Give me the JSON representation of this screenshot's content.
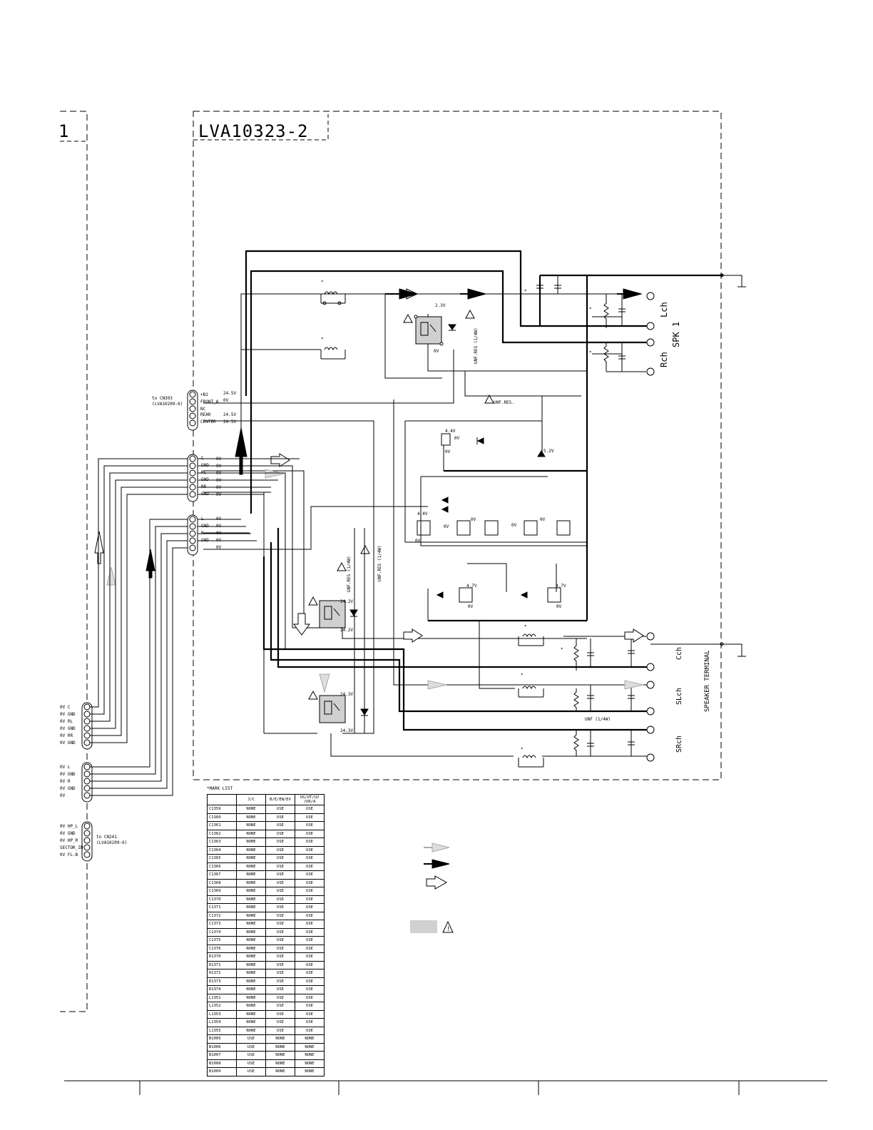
{
  "board": {
    "label": "LVA10323-2",
    "left_board_label": "1"
  },
  "connectors": {
    "cn303": {
      "target": "to CN303",
      "target_board": "(LVA10209-6)",
      "pins": [
        {
          "no": "1",
          "name": "+B2",
          "volt": "24.5V"
        },
        {
          "no": "2",
          "name": "FRONT_A",
          "volt": "0V"
        },
        {
          "no": "3",
          "name": "NC",
          "volt": ""
        },
        {
          "no": "4",
          "name": "REAR",
          "volt": "24.5V"
        },
        {
          "no": "5",
          "name": "CENTER",
          "volt": "24.5V"
        }
      ]
    },
    "surround": {
      "pins": [
        {
          "no": "1",
          "name": "C",
          "volt": "0V"
        },
        {
          "no": "2",
          "name": "GND",
          "volt": "0V"
        },
        {
          "no": "3",
          "name": "RL",
          "volt": "0V"
        },
        {
          "no": "4",
          "name": "GND",
          "volt": "0V"
        },
        {
          "no": "5",
          "name": "RR",
          "volt": "0V"
        },
        {
          "no": "6",
          "name": "GND",
          "volt": "0V"
        }
      ]
    },
    "front": {
      "pins": [
        {
          "no": "1",
          "name": "L",
          "volt": "0V"
        },
        {
          "no": "2",
          "name": "GND",
          "volt": "0V"
        },
        {
          "no": "3",
          "name": "R",
          "volt": "0V"
        },
        {
          "no": "4",
          "name": "GND",
          "volt": "0V"
        },
        {
          "no": "5",
          "name": "",
          "volt": "0V"
        }
      ]
    },
    "left_a": {
      "labels": [
        "0V  C",
        "0V  GND",
        "0V  RL",
        "0V  GND",
        "0V  RR",
        "0V  GND"
      ]
    },
    "left_b": {
      "labels": [
        "0V  L",
        "0V  GND",
        "0V  R",
        "0V  GND",
        "0V"
      ]
    },
    "cn241": {
      "target": "to CN241",
      "target_board": "(LVA10209-6)",
      "labels": [
        "0V HP_L",
        "0V GND",
        "0V HP_R",
        "SECTOR_IN",
        "0V FL-B"
      ]
    }
  },
  "outputs": {
    "spk1": {
      "title": "SPK 1",
      "lch": "Lch",
      "rch": "Rch"
    },
    "terminal": {
      "title": "SPEAKER TERMINAL",
      "cch": "Cch",
      "slch": "SLch",
      "srch": "SRch"
    }
  },
  "voltages": {
    "v_2_3": "2.3V",
    "v_4_4a": "4.4V",
    "v_4_4b": "4.4V",
    "v_5_2": "5.2V",
    "v_4_7a": "4.7V",
    "v_4_7b": "4.7V",
    "v_24_2a": "24.2V",
    "v_24_2b": "24.2V",
    "v_24_3a": "24.3V",
    "v_24_3b": "24.3V",
    "v_0": "0V"
  },
  "notes": {
    "unf_res": "UNF.RES.",
    "unf_res_14w": "UNF.RES (1/4W)",
    "unf_14w": "UNF (1/4W)",
    "star": "*"
  },
  "mark_list": {
    "title": "*MARK LIST",
    "headers": [
      "",
      "J/C",
      "B/E/EN/EV",
      "US/UT/UJ /UR/A"
    ],
    "rows": [
      [
        "C1359",
        "NONE",
        "USE",
        "USE"
      ],
      [
        "C1360",
        "NONE",
        "USE",
        "USE"
      ],
      [
        "C1361",
        "NONE",
        "USE",
        "USE"
      ],
      [
        "C1362",
        "NONE",
        "USE",
        "USE"
      ],
      [
        "C1363",
        "NONE",
        "USE",
        "USE"
      ],
      [
        "C1364",
        "NONE",
        "USE",
        "USE"
      ],
      [
        "C1365",
        "NONE",
        "USE",
        "USE"
      ],
      [
        "C1366",
        "NONE",
        "USE",
        "USE"
      ],
      [
        "C1367",
        "NONE",
        "USE",
        "USE"
      ],
      [
        "C1368",
        "NONE",
        "USE",
        "USE"
      ],
      [
        "C1369",
        "NONE",
        "USE",
        "USE"
      ],
      [
        "C1370",
        "NONE",
        "USE",
        "USE"
      ],
      [
        "C1371",
        "NONE",
        "USE",
        "USE"
      ],
      [
        "C1372",
        "NONE",
        "USE",
        "USE"
      ],
      [
        "C1373",
        "NONE",
        "USE",
        "USE"
      ],
      [
        "C1374",
        "NONE",
        "USE",
        "USE"
      ],
      [
        "C1375",
        "NONE",
        "USE",
        "USE"
      ],
      [
        "C1376",
        "NONE",
        "USE",
        "USE"
      ],
      [
        "R1370",
        "NONE",
        "USE",
        "USE"
      ],
      [
        "R1371",
        "NONE",
        "USE",
        "USE"
      ],
      [
        "R1372",
        "NONE",
        "USE",
        "USE"
      ],
      [
        "R1373",
        "NONE",
        "USE",
        "USE"
      ],
      [
        "R1374",
        "NONE",
        "USE",
        "USE"
      ],
      [
        "L1351",
        "NONE",
        "USE",
        "USE"
      ],
      [
        "L1352",
        "NONE",
        "USE",
        "USE"
      ],
      [
        "L1353",
        "NONE",
        "USE",
        "USE"
      ],
      [
        "L1354",
        "NONE",
        "USE",
        "USE"
      ],
      [
        "L1355",
        "NONE",
        "USE",
        "USE"
      ],
      [
        "B1005",
        "USE",
        "NONE",
        "NONE"
      ],
      [
        "B1006",
        "USE",
        "NONE",
        "NONE"
      ],
      [
        "B1007",
        "USE",
        "NONE",
        "NONE"
      ],
      [
        "B1008",
        "USE",
        "NONE",
        "NONE"
      ],
      [
        "B1009",
        "USE",
        "NONE",
        "NONE"
      ]
    ]
  },
  "colors": {
    "line": "#000000",
    "signal_gray": "#bbbbbb",
    "highlight": "#d0d0d0"
  }
}
